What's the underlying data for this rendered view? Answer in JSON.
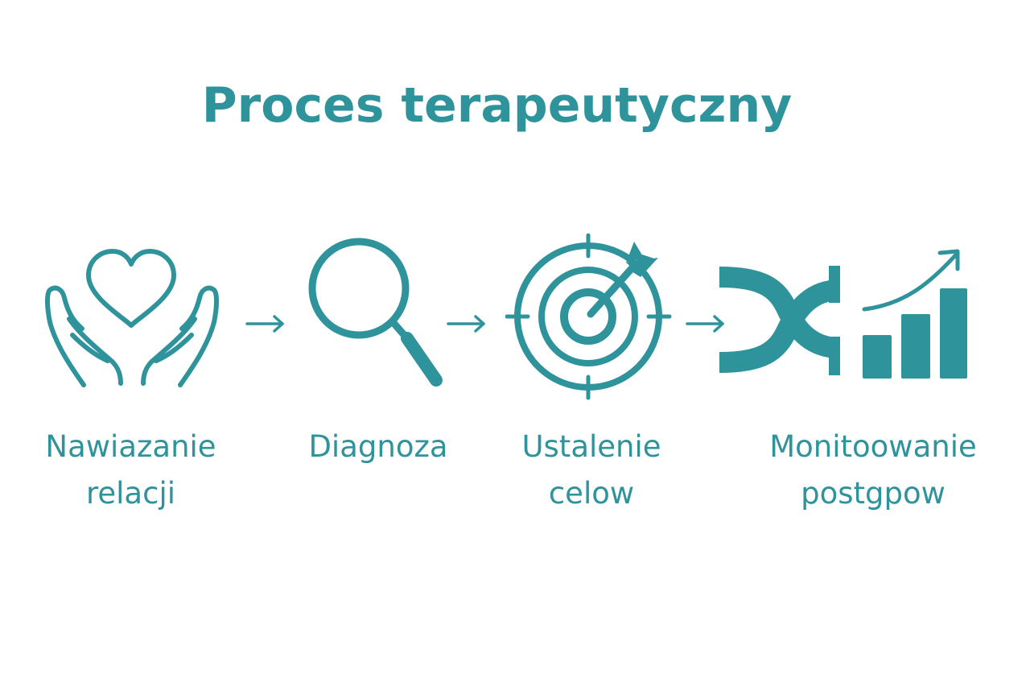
{
  "title": "Proces terapeutyczny",
  "colors": {
    "accent": "#2f939c",
    "background": "#ffffff"
  },
  "steps": [
    {
      "icon": "hands-heart-icon",
      "label_line1": "Nawiazanie",
      "label_line2": "relacji"
    },
    {
      "icon": "magnifier-icon",
      "label_line1": "Diagnoza",
      "label_line2": ""
    },
    {
      "icon": "target-arrow-icon",
      "label_line1": "Ustalenie",
      "label_line2": "celow"
    },
    {
      "icon": "shuffle-chart-icon",
      "label_line1": "Monitoowanie",
      "label_line2": "postgpow"
    }
  ],
  "connectors": [
    "arrow-right-icon",
    "arrow-right-icon",
    "arrow-right-icon"
  ]
}
